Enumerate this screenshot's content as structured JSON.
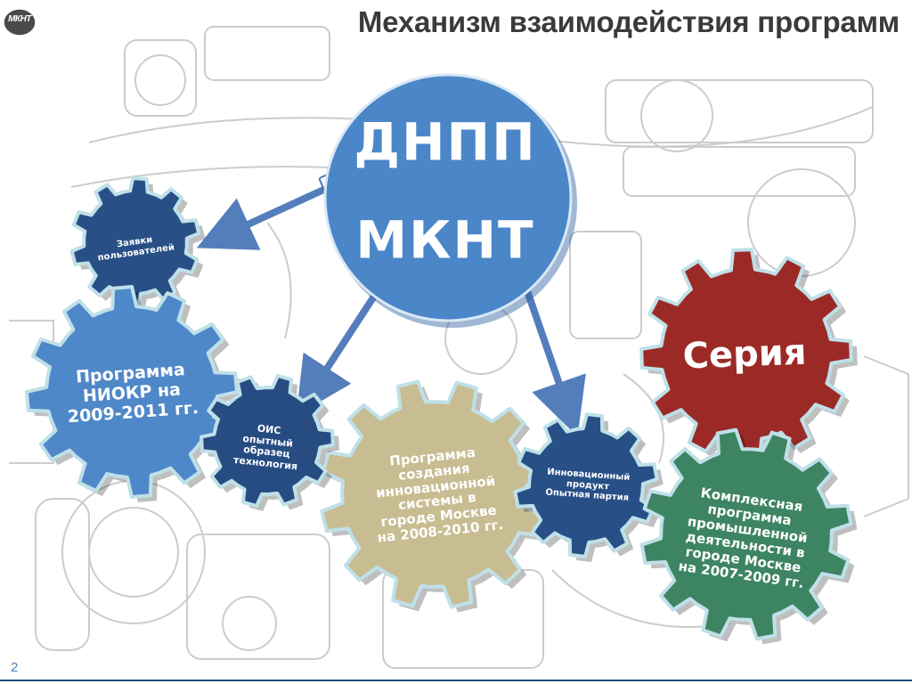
{
  "slide": {
    "title": "Механизм взаимодействия программ",
    "logo_text": "МКНТ",
    "number": "2"
  },
  "hub": {
    "line1": "ДНПП",
    "line2": "МКНТ",
    "color": "#4a86c8"
  },
  "gears": {
    "requests": {
      "label": "Заявки\nпользователей",
      "color": "#284f86"
    },
    "niokr": {
      "label": "Программа\nНИОКР на\n2009-2011 гг.",
      "color": "#4f88c9"
    },
    "ois": {
      "label": "ОИС\nопытный\nобразец\nтехнология",
      "color": "#264c82"
    },
    "innovation_system": {
      "label": "Программа\nсоздания\nинновационной\nсистемы в\nгороде Москве\nна 2008-2010 гг.",
      "color": "#c8bc92"
    },
    "product": {
      "label": "Инновационный\nпродукт\nОпытная партия",
      "color": "#284f86"
    },
    "series": {
      "label": "Серия",
      "color": "#9b2a27"
    },
    "industry": {
      "label": "Комплексная\nпрограмма\nпромышленной\nдеятельности в\nгороде Москве\nна 2007-2009 гг.",
      "color": "#3d8463"
    }
  },
  "colors": {
    "arrow": "#4a78b8",
    "gear_outline": "#bfe0e8",
    "background_sketch": "#c9c9c9"
  }
}
